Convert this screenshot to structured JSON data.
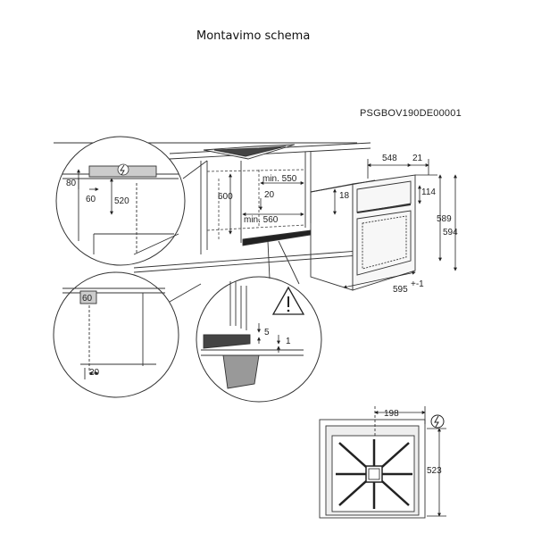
{
  "title": "Montavimo schema",
  "drawing_code": "PSGBOV190DE00001",
  "dimensions": {
    "d80": "80",
    "d60a": "60",
    "d520": "520",
    "d600": "600",
    "d20a": "20",
    "min550": "min. 550",
    "min560": "min. 560",
    "d548": "548",
    "d21": "21",
    "d18": "18",
    "d114": "114",
    "d589": "589",
    "d594": "594",
    "d595": "595",
    "d595_tol": "+-1",
    "d60b": "60",
    "d20b": "20",
    "d5": "5",
    "d1": "1",
    "d198": "198",
    "d523": "523"
  },
  "icons": [
    "warning-icon",
    "grounding-icon"
  ]
}
